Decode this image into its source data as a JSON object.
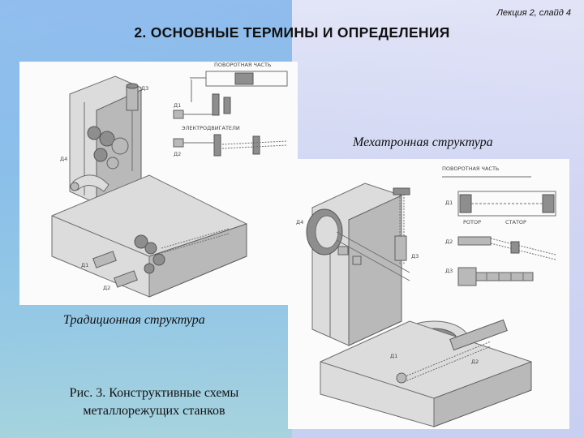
{
  "slide_number": "Лекция 2, слайд 4",
  "title": "2. ОСНОВНЫЕ ТЕРМИНЫ И ОПРЕДЕЛЕНИЯ",
  "captions": {
    "mechatronic": "Мехатронная структура",
    "traditional": "Традиционная структура"
  },
  "figure_caption": {
    "line1": "Рис. 3. Конструктивные схемы",
    "line2": "металлорежущих станков"
  },
  "traditional_labels": {
    "rotary_part": "ПОВОРОТНАЯ ЧАСТЬ",
    "motors": "ЭЛЕКТРОДВИГАТЕЛИ",
    "d1": "Д1",
    "d2": "Д2",
    "d3": "Д3",
    "d4": "Д4"
  },
  "mechatronic_labels": {
    "rotary_part": "ПОВОРОТНАЯ ЧАСТЬ",
    "rotor": "РОТОР",
    "stator": "СТАТОР",
    "d1": "Д1",
    "d2": "Д2",
    "d3": "Д3",
    "d4": "Д4"
  }
}
